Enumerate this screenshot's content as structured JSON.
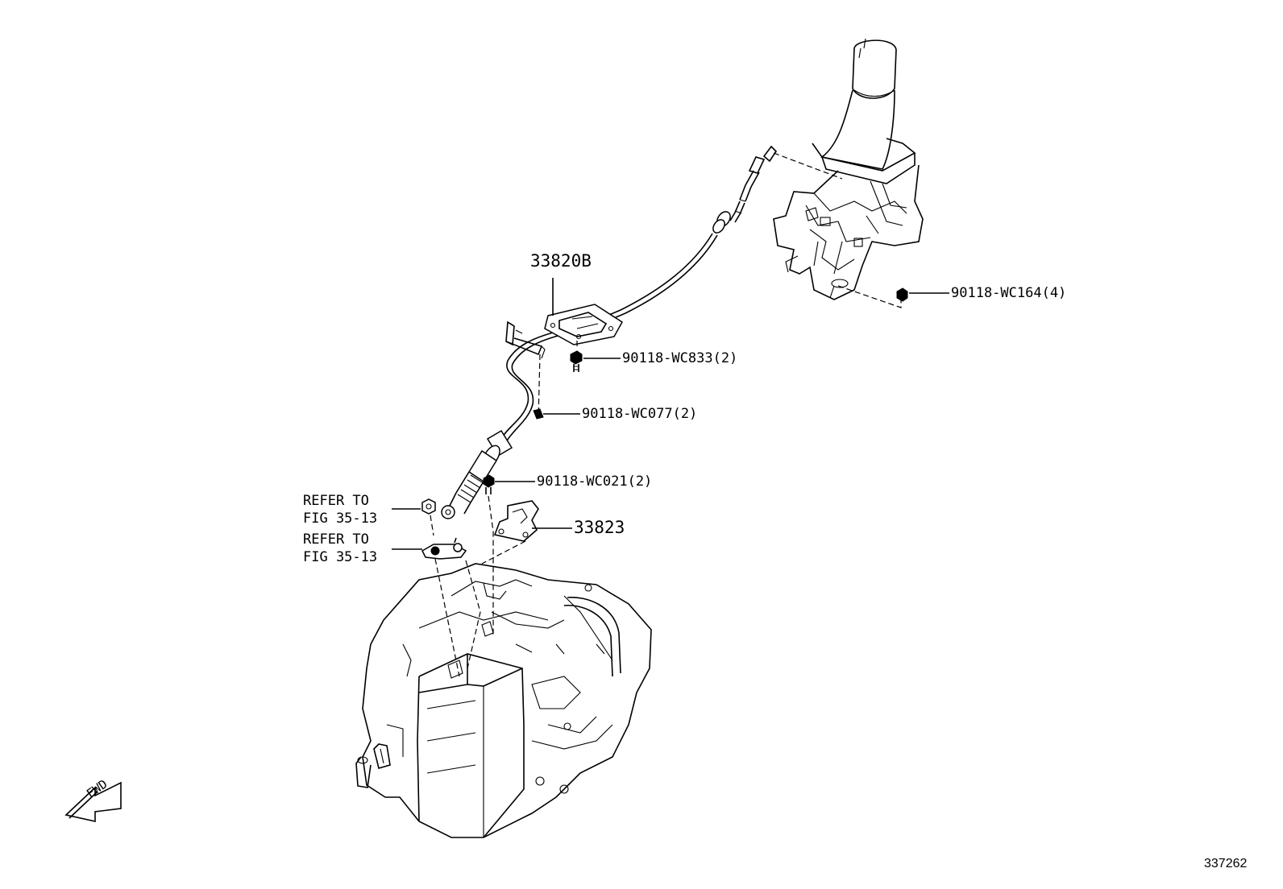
{
  "labels": {
    "cable_assy": "33820B",
    "nut_lever": "90118-WC164(4)",
    "bolt_plate": "90118-WC833(2)",
    "clip_cable": "90118-WC077(2)",
    "bolt_bracket": "90118-WC021(2)",
    "bracket": "33823",
    "refer_1_line1": "REFER TO",
    "refer_1_line2": "FIG 35-13",
    "refer_2_line1": "REFER TO",
    "refer_2_line2": "FIG 35-13",
    "fwd": "FWD",
    "diagram_id": "337262"
  },
  "icons": [
    "fwd-arrow-icon"
  ]
}
